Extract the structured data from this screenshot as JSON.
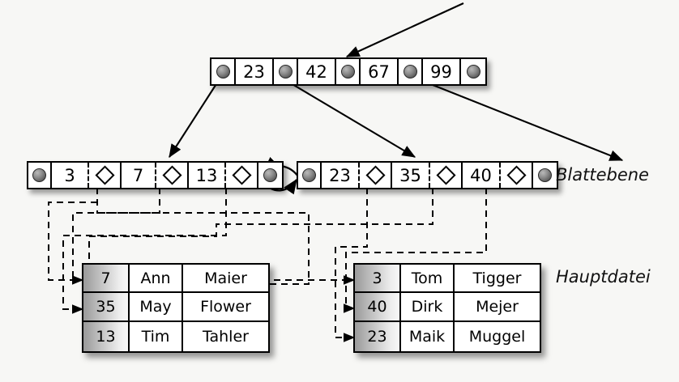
{
  "diagram": {
    "title": "B+ Baum Index mit Blattebene und Hauptdatei",
    "background_color": "#f7f7f5",
    "ink_color": "#000000"
  },
  "captions": [
    {
      "id": "blattebene",
      "label": "Blattebene"
    },
    {
      "id": "hauptdatei",
      "label": "Hauptdatei"
    }
  ],
  "root_node": {
    "name": "root-index-node",
    "cells": [
      {
        "type": "pointer",
        "icon": "ball-pointer-icon",
        "label": ""
      },
      {
        "type": "key",
        "label": "23"
      },
      {
        "type": "pointer",
        "icon": "ball-pointer-icon",
        "label": ""
      },
      {
        "type": "key",
        "label": "42"
      },
      {
        "type": "pointer",
        "icon": "ball-pointer-icon",
        "label": ""
      },
      {
        "type": "key",
        "label": "67"
      },
      {
        "type": "pointer",
        "icon": "ball-pointer-icon",
        "label": ""
      },
      {
        "type": "key",
        "label": "99"
      },
      {
        "type": "pointer",
        "icon": "ball-pointer-icon",
        "label": ""
      }
    ]
  },
  "leaf_left": {
    "name": "leaf-node-left",
    "cells": [
      {
        "type": "pointer",
        "icon": "ball-pointer-icon",
        "label": ""
      },
      {
        "type": "key",
        "label": "3"
      },
      {
        "type": "record-pointer",
        "icon": "diamond-pointer-icon",
        "label": ""
      },
      {
        "type": "key",
        "label": "7"
      },
      {
        "type": "record-pointer",
        "icon": "diamond-pointer-icon",
        "label": ""
      },
      {
        "type": "key",
        "label": "13"
      },
      {
        "type": "record-pointer",
        "icon": "diamond-pointer-icon",
        "label": ""
      },
      {
        "type": "pointer",
        "icon": "ball-pointer-icon",
        "label": ""
      }
    ]
  },
  "leaf_right": {
    "name": "leaf-node-right",
    "cells": [
      {
        "type": "pointer",
        "icon": "ball-pointer-icon",
        "label": ""
      },
      {
        "type": "key",
        "label": "23"
      },
      {
        "type": "record-pointer",
        "icon": "diamond-pointer-icon",
        "label": ""
      },
      {
        "type": "key",
        "label": "35"
      },
      {
        "type": "record-pointer",
        "icon": "diamond-pointer-icon",
        "label": ""
      },
      {
        "type": "key",
        "label": "40"
      },
      {
        "type": "record-pointer",
        "icon": "diamond-pointer-icon",
        "label": ""
      },
      {
        "type": "pointer",
        "icon": "ball-pointer-icon",
        "label": ""
      }
    ]
  },
  "table_left": {
    "name": "hauptdatei-table-left",
    "rows": [
      {
        "key": "7",
        "first": "Ann",
        "last": "Maier"
      },
      {
        "key": "35",
        "first": "May",
        "last": "Flower"
      },
      {
        "key": "13",
        "first": "Tim",
        "last": "Tahler"
      }
    ]
  },
  "table_right": {
    "name": "hauptdatei-table-right",
    "rows": [
      {
        "key": "3",
        "first": "Tom",
        "last": "Tigger"
      },
      {
        "key": "40",
        "first": "Dirk",
        "last": "Mejer"
      },
      {
        "key": "23",
        "first": "Maik",
        "last": "Muggel"
      }
    ]
  }
}
